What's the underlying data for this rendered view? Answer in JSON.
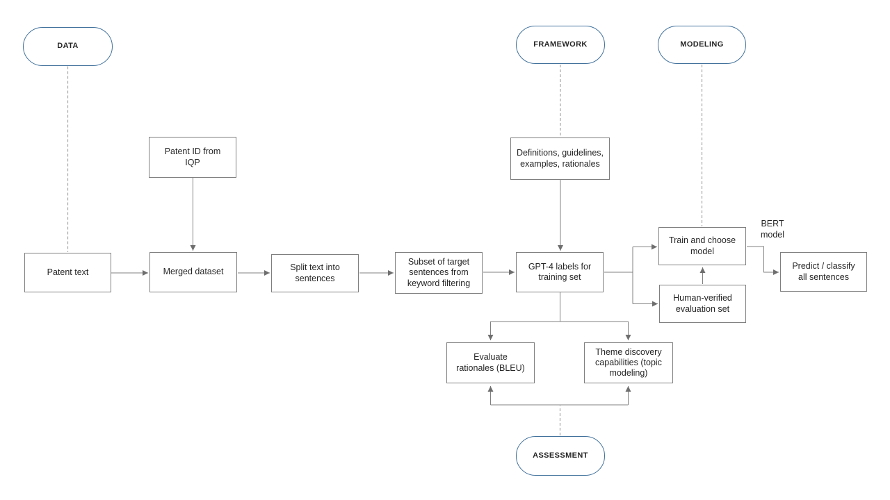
{
  "phases": {
    "data": {
      "label": "DATA"
    },
    "framework": {
      "label": "FRAMEWORK"
    },
    "modeling": {
      "label": "MODELING"
    },
    "assessment": {
      "label": "ASSESSMENT"
    }
  },
  "nodes": {
    "patent_text": {
      "label": "Patent text"
    },
    "patent_id": {
      "label": "Patent ID from\nIQP"
    },
    "merged_dataset": {
      "label": "Merged dataset"
    },
    "split_text": {
      "label": "Split text into\nsentences"
    },
    "subset": {
      "label": "Subset of target\nsentences from\nkeyword filtering"
    },
    "definitions": {
      "label": "Definitions, guidelines,\nexamples, rationales"
    },
    "gpt4_labels": {
      "label": "GPT-4 labels for\ntraining set"
    },
    "train_choose": {
      "label": "Train and choose\nmodel"
    },
    "human_verified": {
      "label": "Human-verified\nevaluation set"
    },
    "predict_classify": {
      "label": "Predict / classify\nall sentences"
    },
    "evaluate_rationales": {
      "label": "Evaluate\nrationales (BLEU)"
    },
    "theme_discovery": {
      "label": "Theme discovery\ncapabilities (topic\nmodeling)"
    }
  },
  "annotations": {
    "bert_model": "BERT\nmodel"
  },
  "colors": {
    "pill_border": "#41719c",
    "box_border": "#7f7f7f",
    "connector": "#808080",
    "connector_dashed": "#a6a6a6",
    "arrowhead": "#6e6e6e",
    "text": "#262626",
    "background": "#ffffff"
  }
}
